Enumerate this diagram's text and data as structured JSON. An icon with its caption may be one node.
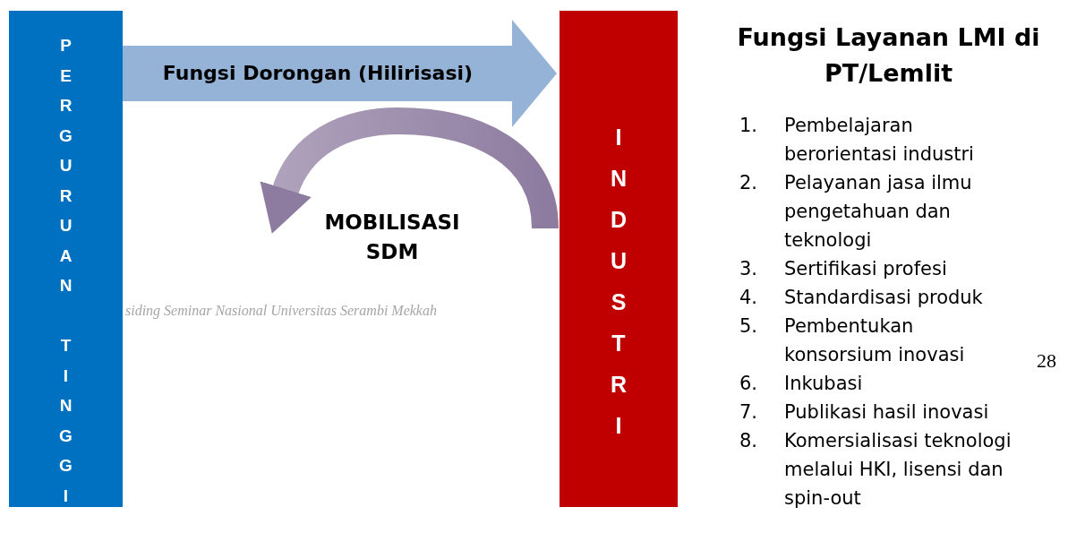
{
  "diagram": {
    "nodes": [
      {
        "text": [
          "PERGURUAN TINGGI"
        ]
      },
      {
        "text": [
          "INDUSTRI"
        ]
      }
    ],
    "edges": [
      {
        "from": 0,
        "to": 1,
        "arrow": "to",
        "label": "Fungsi Dorongan (Hilirisasi)",
        "color": "#95b3d7"
      },
      {
        "from": 1,
        "to": null,
        "arrow": "to",
        "label": "MOBILISASI SDM",
        "color": "#8e7ca0"
      }
    ],
    "labels": [
      "Fungsi Layanan LMI di PT/Lemlit",
      "1.",
      "Pembelajaran berorientasi industri",
      "2.",
      "Pelayanan jasa ilmu pengetahuan dan teknologi",
      "3.",
      "Sertifikasi profesi",
      "4.",
      "Standardisasi produk",
      "5.",
      "Pembentukan konsorsium inovasi",
      "6.",
      "Inkubasi",
      "7.",
      "Publikasi hasil inovasi",
      "8.",
      "Komersialisasi teknologi melalui HKI, lisensi dan spin-out",
      "28",
      "siding Seminar Nasional Universitas Serambi Mekkah"
    ]
  }
}
